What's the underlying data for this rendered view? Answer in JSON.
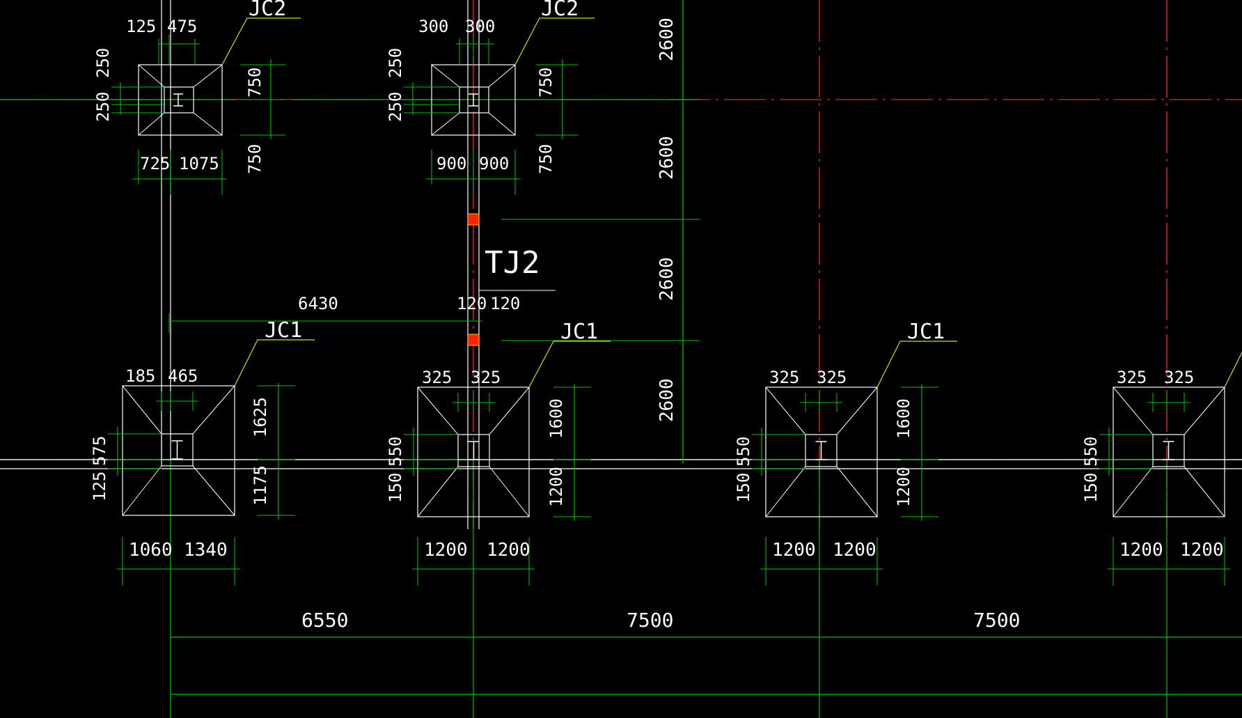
{
  "colors": {
    "background": "#000000",
    "axis": "#ff1e1e",
    "dimension": "#00c400",
    "geometry": "#ffffff",
    "text": "#ffffff",
    "leader": "#dcdc00",
    "marker": "#ff2200"
  },
  "top_footings": [
    {
      "label": "JC2",
      "dim_top": [
        "125",
        "475"
      ],
      "dim_left": [
        "250",
        "250"
      ],
      "dim_right": [
        "750",
        "750"
      ],
      "dim_bottom": [
        "725",
        "1075"
      ]
    },
    {
      "label": "JC2",
      "dim_top": [
        "300",
        "300"
      ],
      "dim_left": [
        "250",
        "250"
      ],
      "dim_right": [
        "750",
        "750"
      ],
      "dim_bottom": [
        "900",
        "900"
      ]
    }
  ],
  "bottom_footings": [
    {
      "label": "JC1",
      "dim_top": [
        "185",
        "465"
      ],
      "dim_left": [
        "575",
        "125"
      ],
      "dim_right": [
        "1625",
        "1175"
      ],
      "dim_bottom": [
        "1060",
        "1340"
      ]
    },
    {
      "label": "JC1",
      "dim_top": [
        "325",
        "325"
      ],
      "dim_left": [
        "550",
        "150"
      ],
      "dim_right": [
        "1600",
        "1200"
      ],
      "dim_bottom": [
        "1200",
        "1200"
      ]
    },
    {
      "label": "JC1",
      "dim_top": [
        "325",
        "325"
      ],
      "dim_left": [
        "550",
        "150"
      ],
      "dim_right": [
        "1600",
        "1200"
      ],
      "dim_bottom": [
        "1200",
        "1200"
      ]
    },
    {
      "label": "",
      "dim_top": [
        "325",
        "325"
      ],
      "dim_left": [
        "550",
        "150"
      ],
      "dim_right": [
        "",
        ""
      ],
      "dim_bottom": [
        "1200",
        "1200"
      ]
    }
  ],
  "strip_footing": {
    "label": "TJ2",
    "dim_left": "6430",
    "dim_w1": "120",
    "dim_w2": "120"
  },
  "vertical_spacing": [
    "2600",
    "2600",
    "2600",
    "2600"
  ],
  "grid_spacing": [
    "6550",
    "7500",
    "7500"
  ]
}
